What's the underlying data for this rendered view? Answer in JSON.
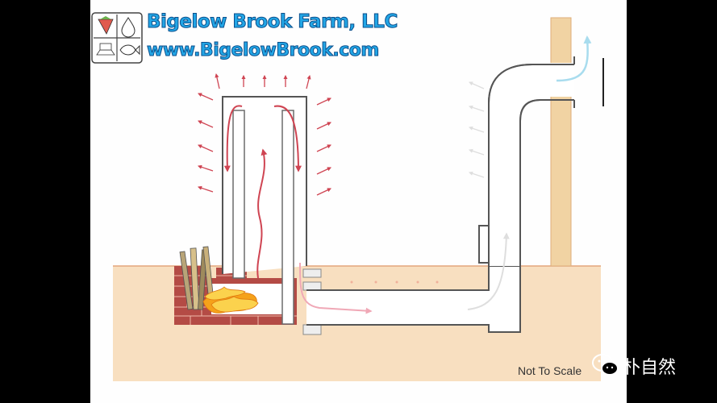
{
  "header": {
    "title": "Bigelow Brook Farm, LLC",
    "url": "www.BigelowBrook.com"
  },
  "diagram": {
    "note": "Not To Scale",
    "colors": {
      "background": "#fefefe",
      "earth": "#f8dfc0",
      "earth_line": "#e3a67d",
      "heat_arrow": "#cf4452",
      "brick": "#b44b45",
      "flame": "#f5a21a",
      "wood_post": "#f1d3a3",
      "pipe_stroke": "#6b6b6b",
      "fresh_air": "#a8dcee",
      "exhaust": "#dfdfdf"
    },
    "icons": [
      "strawberry-icon",
      "water-drop-icon",
      "hat-icon",
      "fish-icon"
    ]
  },
  "watermark": {
    "text": "朴自然",
    "icon": "wechat-icon"
  }
}
